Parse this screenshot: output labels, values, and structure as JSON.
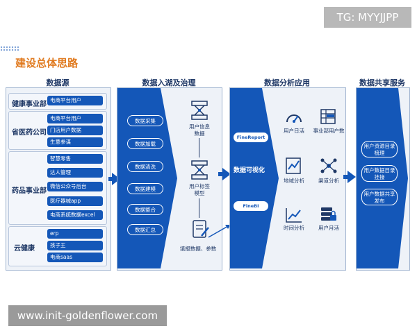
{
  "watermark_top": "TG: MYYJJPP",
  "watermark_bottom": "www.init-goldenflower.com",
  "title": "建设总体思路",
  "columns": {
    "sources": "数据源",
    "ingest": "数据入湖及治理",
    "analysis": "数据分析应用",
    "sharing": "数据共享服务"
  },
  "sources": [
    {
      "label": "健康事业部",
      "items": [
        "电商平台用户"
      ]
    },
    {
      "label": "省医药公司",
      "items": [
        "电商平台用户",
        "门店用户数据",
        "生意参谋"
      ]
    },
    {
      "label": "药品事业部",
      "items": [
        "智慧零售",
        "达人管理",
        "微信公众号后台",
        "医疗器械app",
        "电商系统数据excel"
      ]
    },
    {
      "label": "云健康",
      "items": [
        "erp",
        "孩子王",
        "电商saas"
      ]
    }
  ],
  "ingest": {
    "steps": [
      "数据采集",
      "数据加载",
      "数据清洗",
      "数据建模",
      "数据整合",
      "数据汇总"
    ],
    "model_user_info": "用户信息数据",
    "model_user_tag": "用户标签模型",
    "fill_label": "填报数据、参数"
  },
  "analysis": {
    "tools": [
      "FineReport",
      "FineBI"
    ],
    "center_label": "数据可视化",
    "items": [
      "用户日活",
      "事业部用户数",
      "地域分析",
      "渠道分析",
      "时间分析",
      "用户月活"
    ]
  },
  "sharing": [
    "用户资源目录梳理",
    "用户数据目录挂接",
    "用户数据共享发布"
  ],
  "colors": {
    "primary": "#1457b8",
    "title": "#e07a1f",
    "text": "#1f3866"
  }
}
